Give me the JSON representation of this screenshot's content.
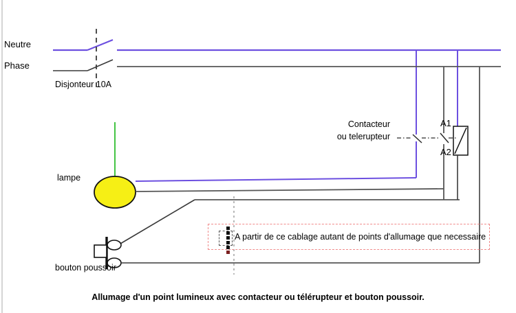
{
  "diagram": {
    "title": "Allumage d'un point lumineux avec contacteur ou télérupteur et bouton poussoir.",
    "rails": {
      "neutre_label": "Neutre",
      "phase_label": "Phase"
    },
    "breaker": {
      "label": "Disjonteur 10A"
    },
    "contactor": {
      "line1": "Contacteur",
      "line2": "ou telerupteur",
      "terminal_a1": "A1",
      "terminal_a2": "A2"
    },
    "lamp": {
      "label": "lampe"
    },
    "push_button": {
      "label": "bouton poussoir"
    },
    "note": {
      "text": "A partir de ce cablage autant de points d'allumage que necessaire"
    },
    "colors": {
      "neutral_wire": "#6c4fe0",
      "phase_wire": "#555555",
      "lamp_fill": "#f6ef15",
      "lamp_stroke": "#111111",
      "earth_wire": "#2fbe2f",
      "note_border": "#f08a8a",
      "text": "#000000"
    }
  }
}
